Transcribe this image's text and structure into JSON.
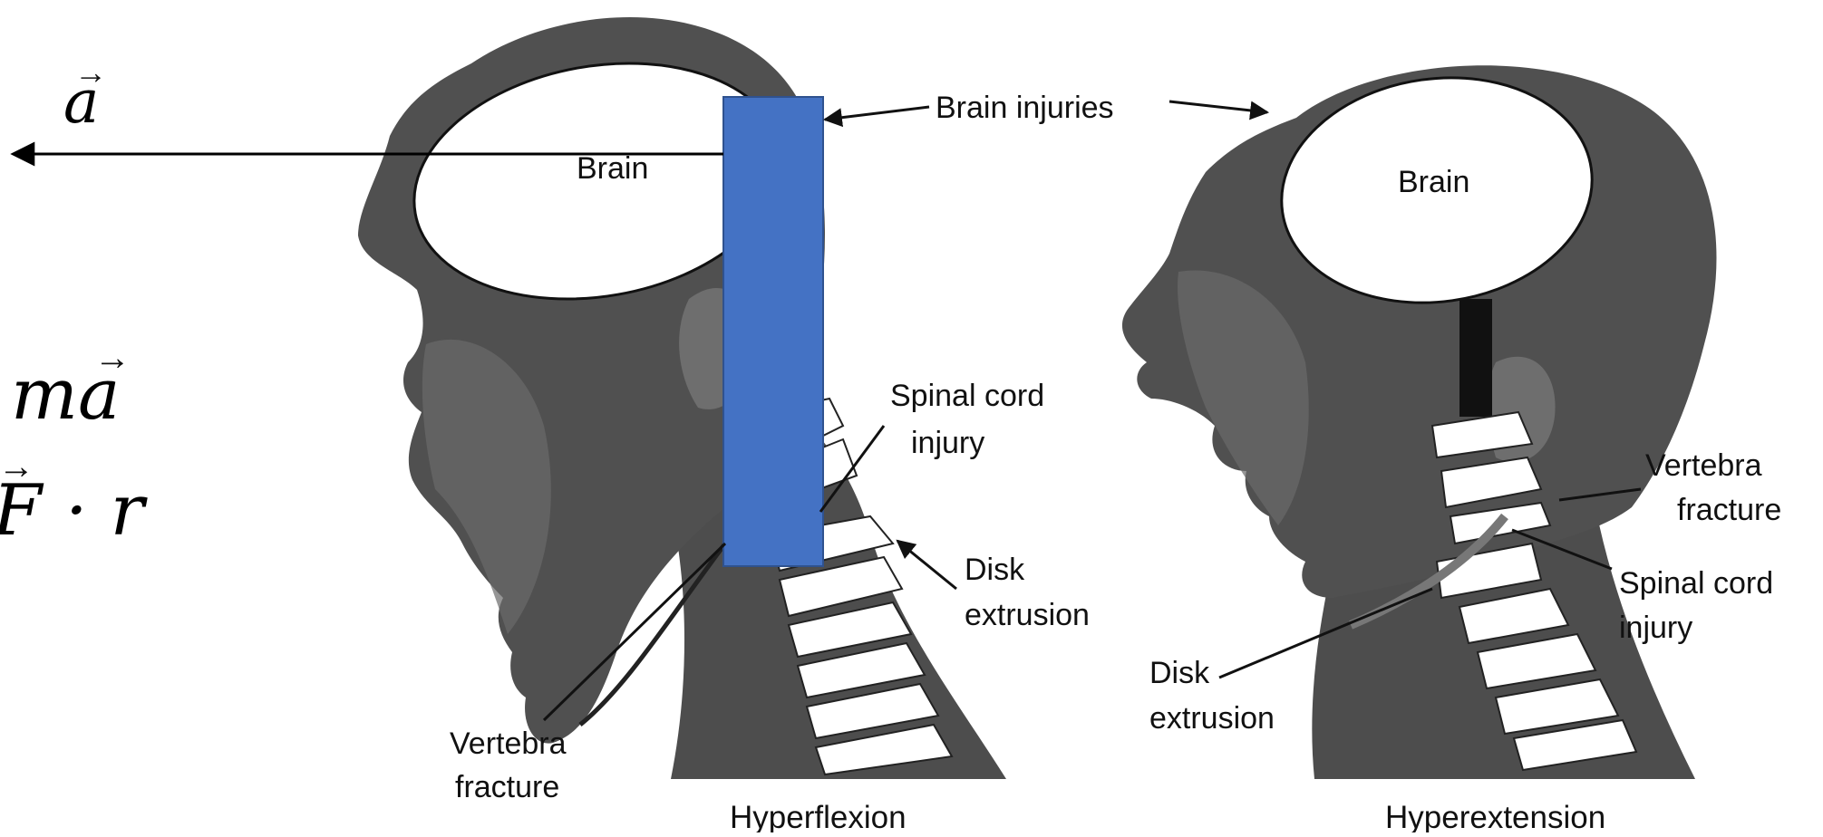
{
  "equations": {
    "accel_symbol": "a",
    "force_partial": "ma",
    "torque_partial_F": "F",
    "torque_partial_rest": "· r"
  },
  "left_figure": {
    "brain": "Brain",
    "spinal_cord_line1": "Spinal cord",
    "spinal_cord_line2": "injury",
    "disk_line1": "Disk",
    "disk_line2": "extrusion",
    "vertebra_line1": "Vertebra",
    "vertebra_line2": "fracture",
    "caption": "Hyperflexion"
  },
  "shared": {
    "brain_injuries": "Brain injuries"
  },
  "right_figure": {
    "brain": "Brain",
    "vertebra_line1": "Vertebra",
    "vertebra_line2": "fracture",
    "spinal_cord_line1": "Spinal cord",
    "spinal_cord_line2": "injury",
    "disk_line1": "Disk",
    "disk_line2": "extrusion",
    "caption": "Hyperextension"
  },
  "colors": {
    "head_dark": "#3a3a3a",
    "head_mid": "#5e5e5e",
    "head_light": "#7a7a7a",
    "overlay_rect": "#4472c4",
    "overlay_rect_border": "#2f528f"
  }
}
